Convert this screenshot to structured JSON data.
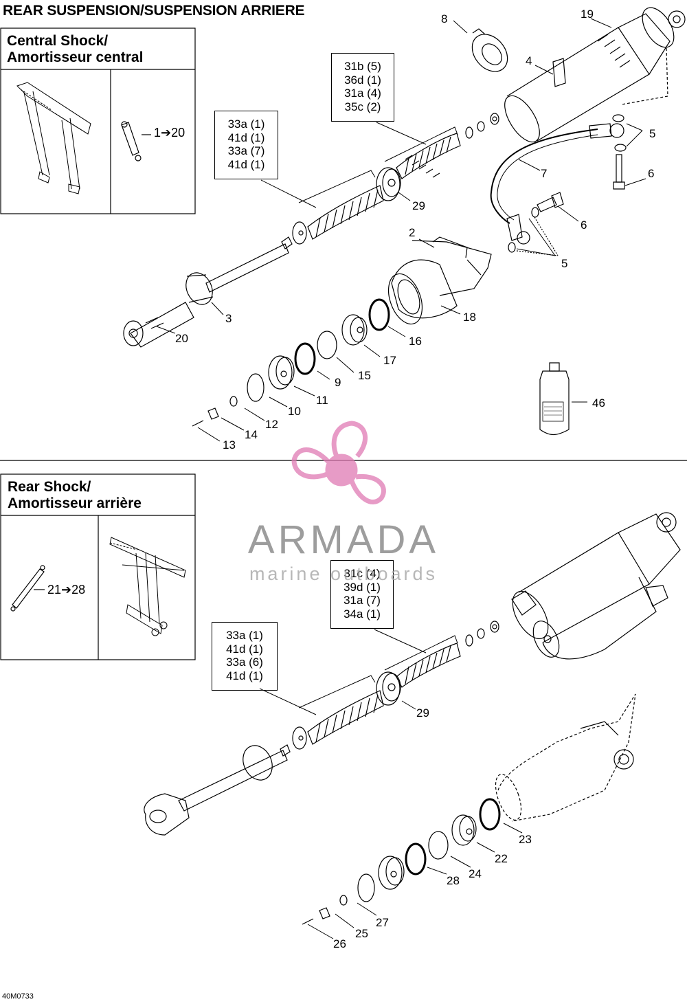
{
  "title": "REAR SUSPENSION/SUSPENSION ARRIERE",
  "central_box": {
    "title_line1": "Central Shock/",
    "title_line2": "Amortisseur central",
    "range": "1➔20"
  },
  "rear_box": {
    "title_line1": "Rear Shock/",
    "title_line2": "Amortisseur arrière",
    "range": "21➔28"
  },
  "central_ref_boxes": [
    {
      "lines": [
        "31b (5)",
        "36d (1)",
        "31a (4)",
        "35c (2)"
      ]
    },
    {
      "lines": [
        "33a (1)",
        "41d (1)",
        "33a (7)",
        "41d (1)"
      ]
    }
  ],
  "rear_ref_boxes": [
    {
      "lines": [
        "31c (4)",
        "39d (1)",
        "31a (7)",
        "34a (1)"
      ]
    },
    {
      "lines": [
        "33a (1)",
        "41d (1)",
        "33a (6)",
        "41d (1)"
      ]
    }
  ],
  "central_callouts": [
    "8",
    "19",
    "4",
    "5",
    "6",
    "7",
    "6",
    "5",
    "29",
    "2",
    "18",
    "3",
    "20",
    "16",
    "17",
    "15",
    "9",
    "11",
    "10",
    "12",
    "14",
    "13",
    "46"
  ],
  "rear_callouts": [
    "29",
    "23",
    "22",
    "24",
    "28",
    "27",
    "25",
    "26"
  ],
  "watermark": {
    "brand": "ARMADA",
    "tagline": "marine outboards",
    "color": "#e07ab4"
  },
  "figure_code": "40M0733"
}
